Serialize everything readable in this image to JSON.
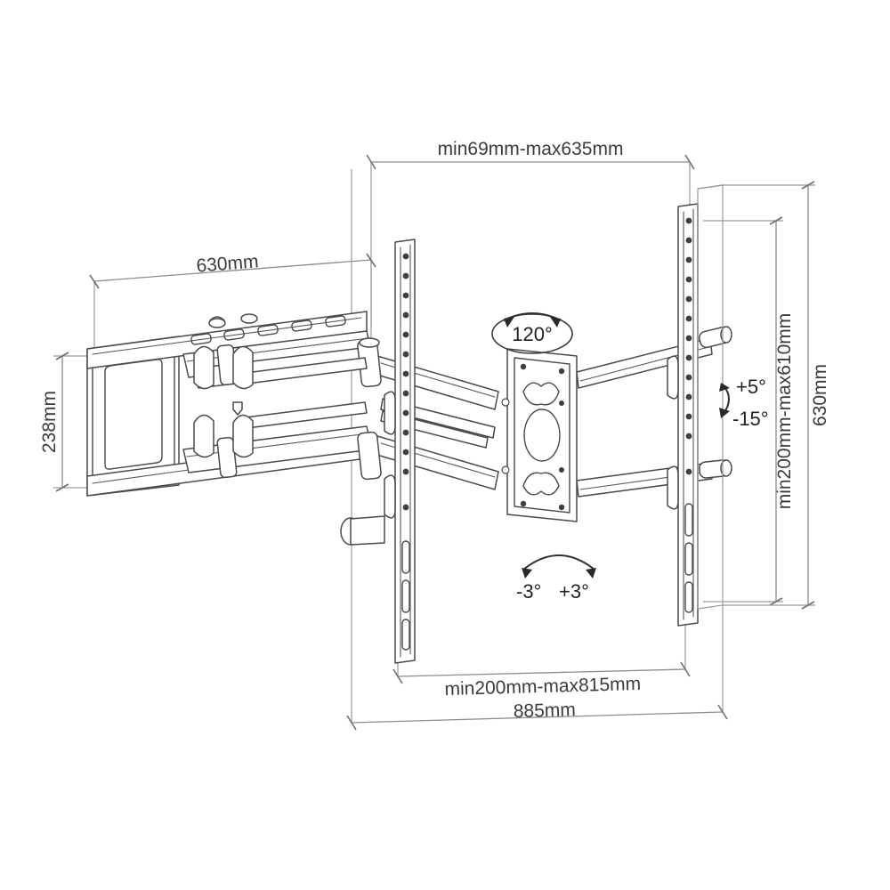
{
  "diagram": {
    "title": "TV wall mount technical dimension drawing",
    "line_color": "#4a4a4a",
    "dim_color": "#8c8c8c",
    "background": "#ffffff"
  },
  "dimensions": {
    "top_extension": "min69mm-max635mm",
    "left_depth": "630mm",
    "left_height": "238mm",
    "right_vesa_height": "min200mm-max610mm",
    "right_panel_height": "630mm",
    "bottom_vesa_width": "min200mm-max815mm",
    "bottom_total_width": "885mm"
  },
  "angles": {
    "swivel": "120°",
    "tilt_up": "+5°",
    "tilt_down": "-15°",
    "rotation_left": "-3°",
    "rotation_right": "+3°"
  },
  "icons": {
    "swivel_badge": "swivel-arrows-icon",
    "tilt_arrow": "tilt-arrow-icon",
    "roll_arrow": "roll-arrow-icon"
  }
}
